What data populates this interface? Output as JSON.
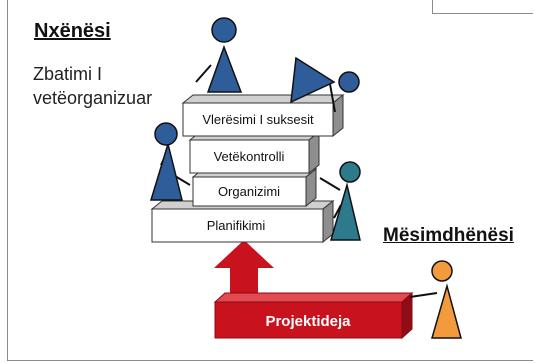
{
  "headings": {
    "student": "Nxënësi",
    "teacher": "Mësimdhënësi"
  },
  "self_organized": {
    "line1": "Zbatimi I",
    "line2": "vetëorganizuar"
  },
  "blocks": {
    "evaluation": "Vlerësimi I suksesit",
    "self_control": "Vetëkontrolli",
    "organization": "Organizimi",
    "planning": "Planifikimi"
  },
  "project": {
    "label": "Projektideja"
  },
  "colors": {
    "student_figure": "#2f5d99",
    "student_figure_teal": "#2d7a8c",
    "teacher_figure": "#f39a3c",
    "project_block": "#c8121e",
    "arrow": "#c8121e",
    "outline": "#111111"
  }
}
